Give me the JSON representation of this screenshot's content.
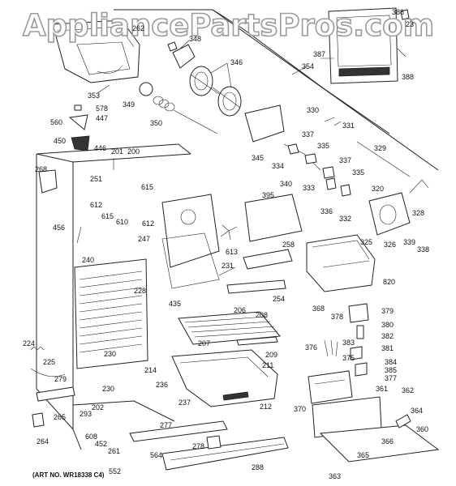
{
  "watermark": "AppliancePartsPros.com",
  "art_number": "(ART NO. WR18338 C4)",
  "callouts": {
    "p262": "262",
    "p348": "348",
    "p346": "346",
    "p353": "353",
    "p349": "349",
    "p350": "350",
    "p578": "578",
    "p447": "447",
    "p560": "560",
    "p450": "450",
    "p446": "446",
    "p388a": "388",
    "p23": "23",
    "p387": "387",
    "p388b": "388",
    "p354": "354",
    "p330": "330",
    "p331": "331",
    "p337a": "337",
    "p335a": "335",
    "p345": "345",
    "p334": "334",
    "p340": "340",
    "p333": "333",
    "p337b": "337",
    "p335b": "335",
    "p329": "329",
    "p201": "201",
    "p200": "200",
    "p268": "268",
    "p251": "251",
    "p612a": "612",
    "p615a": "615",
    "p615b": "615",
    "p610": "610",
    "p612b": "612",
    "p395": "395",
    "p336": "336",
    "p332": "332",
    "p320": "320",
    "p328": "328",
    "p456": "456",
    "p247": "247",
    "p613": "613",
    "p258": "258",
    "p325": "325",
    "p326": "326",
    "p339": "339",
    "p338": "338",
    "p240": "240",
    "p228": "228",
    "p231": "231",
    "p435": "435",
    "p254": "254",
    "p820": "820",
    "p368": "368",
    "p378": "378",
    "p379": "379",
    "p380": "380",
    "p382": "382",
    "p381": "381",
    "p384": "384",
    "p385": "385",
    "p377": "377",
    "p383": "383",
    "p376": "376",
    "p375": "375",
    "p206": "206",
    "p208": "208",
    "p207": "207",
    "p209": "209",
    "p211": "211",
    "p224": "224",
    "p225": "225",
    "p279": "279",
    "p230a": "230",
    "p214": "214",
    "p230b": "230",
    "p236": "236",
    "p237": "237",
    "p212": "212",
    "p202": "202",
    "p370": "370",
    "p361": "361",
    "p362": "362",
    "p265": "265",
    "p293": "293",
    "p264": "264",
    "p608": "608",
    "p452": "452",
    "p261": "261",
    "p277": "277",
    "p278": "278",
    "p564": "564",
    "p552": "552",
    "p288": "288",
    "p364": "364",
    "p360": "360",
    "p366": "366",
    "p365": "365",
    "p363": "363"
  }
}
